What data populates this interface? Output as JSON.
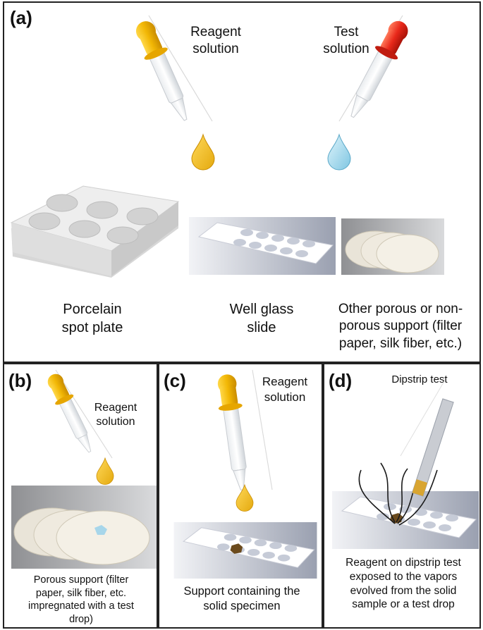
{
  "panel_a": {
    "label": "(a)",
    "reagent_label_1": "Reagent",
    "reagent_label_2": "solution",
    "test_label_1": "Test",
    "test_label_2": "solution",
    "spot_plate_1": "Porcelain",
    "spot_plate_2": "spot plate",
    "slide_1": "Well glass",
    "slide_2": "slide",
    "support_1": "Other porous or non-",
    "support_2": "porous support (filter",
    "support_3": "paper, silk fiber, etc.)"
  },
  "panel_b": {
    "label": "(b)",
    "reagent_label_1": "Reagent",
    "reagent_label_2": "solution",
    "caption_1": "Porous support (filter",
    "caption_2": "paper, silk fiber, etc.",
    "caption_3": "impregnated with a test",
    "caption_4": "drop)"
  },
  "panel_c": {
    "label": "(c)",
    "reagent_label_1": "Reagent",
    "reagent_label_2": "solution",
    "caption_1": "Support containing the",
    "caption_2": "solid specimen"
  },
  "panel_d": {
    "label": "(d)",
    "title": "Dipstrip test",
    "caption_1": "Reagent on dipstrip test",
    "caption_2": "exposed to the vapors",
    "caption_3": "evolved from the solid",
    "caption_4": "sample or a test drop"
  },
  "colors": {
    "bulb_yellow": "#f2b705",
    "bulb_red": "#e8281a",
    "drop_yellow": "#f2c12e",
    "drop_blue": "#a9dcef",
    "specimen": "#6b4a1c"
  }
}
